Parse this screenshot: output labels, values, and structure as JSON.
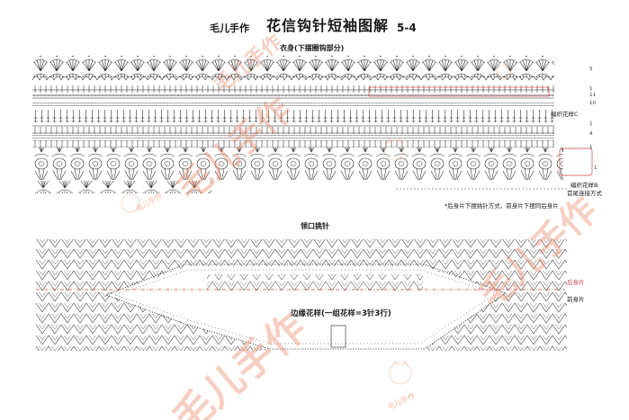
{
  "header": {
    "brand": "毛儿手作",
    "title": "花信钩针短袖图解",
    "page_number": "5-4"
  },
  "sections": {
    "body": "衣身(下摆圈钩部分)",
    "neckline": "领口挑针",
    "edging": "边缘花样(一组花样=3针3行)"
  },
  "labels": {
    "pattern_c": "编织花样C",
    "pattern_b": "编织花样B",
    "joining_method": "首尾连接方式",
    "note": "*后身片下摆挑针方式，前身片下摆同后身片",
    "back_piece": "后身片",
    "front_piece": "前身片"
  },
  "row_numbers": [
    "5",
    "1",
    "11",
    "10",
    "1",
    "4",
    "1",
    "1"
  ],
  "watermark": {
    "text": "毛儿手作",
    "stamp": "毛儿手作",
    "color": "#e88c6e"
  },
  "colors": {
    "ink": "#1a1a1a",
    "accent": "#cc4444",
    "watermark": "#e88c6e"
  }
}
